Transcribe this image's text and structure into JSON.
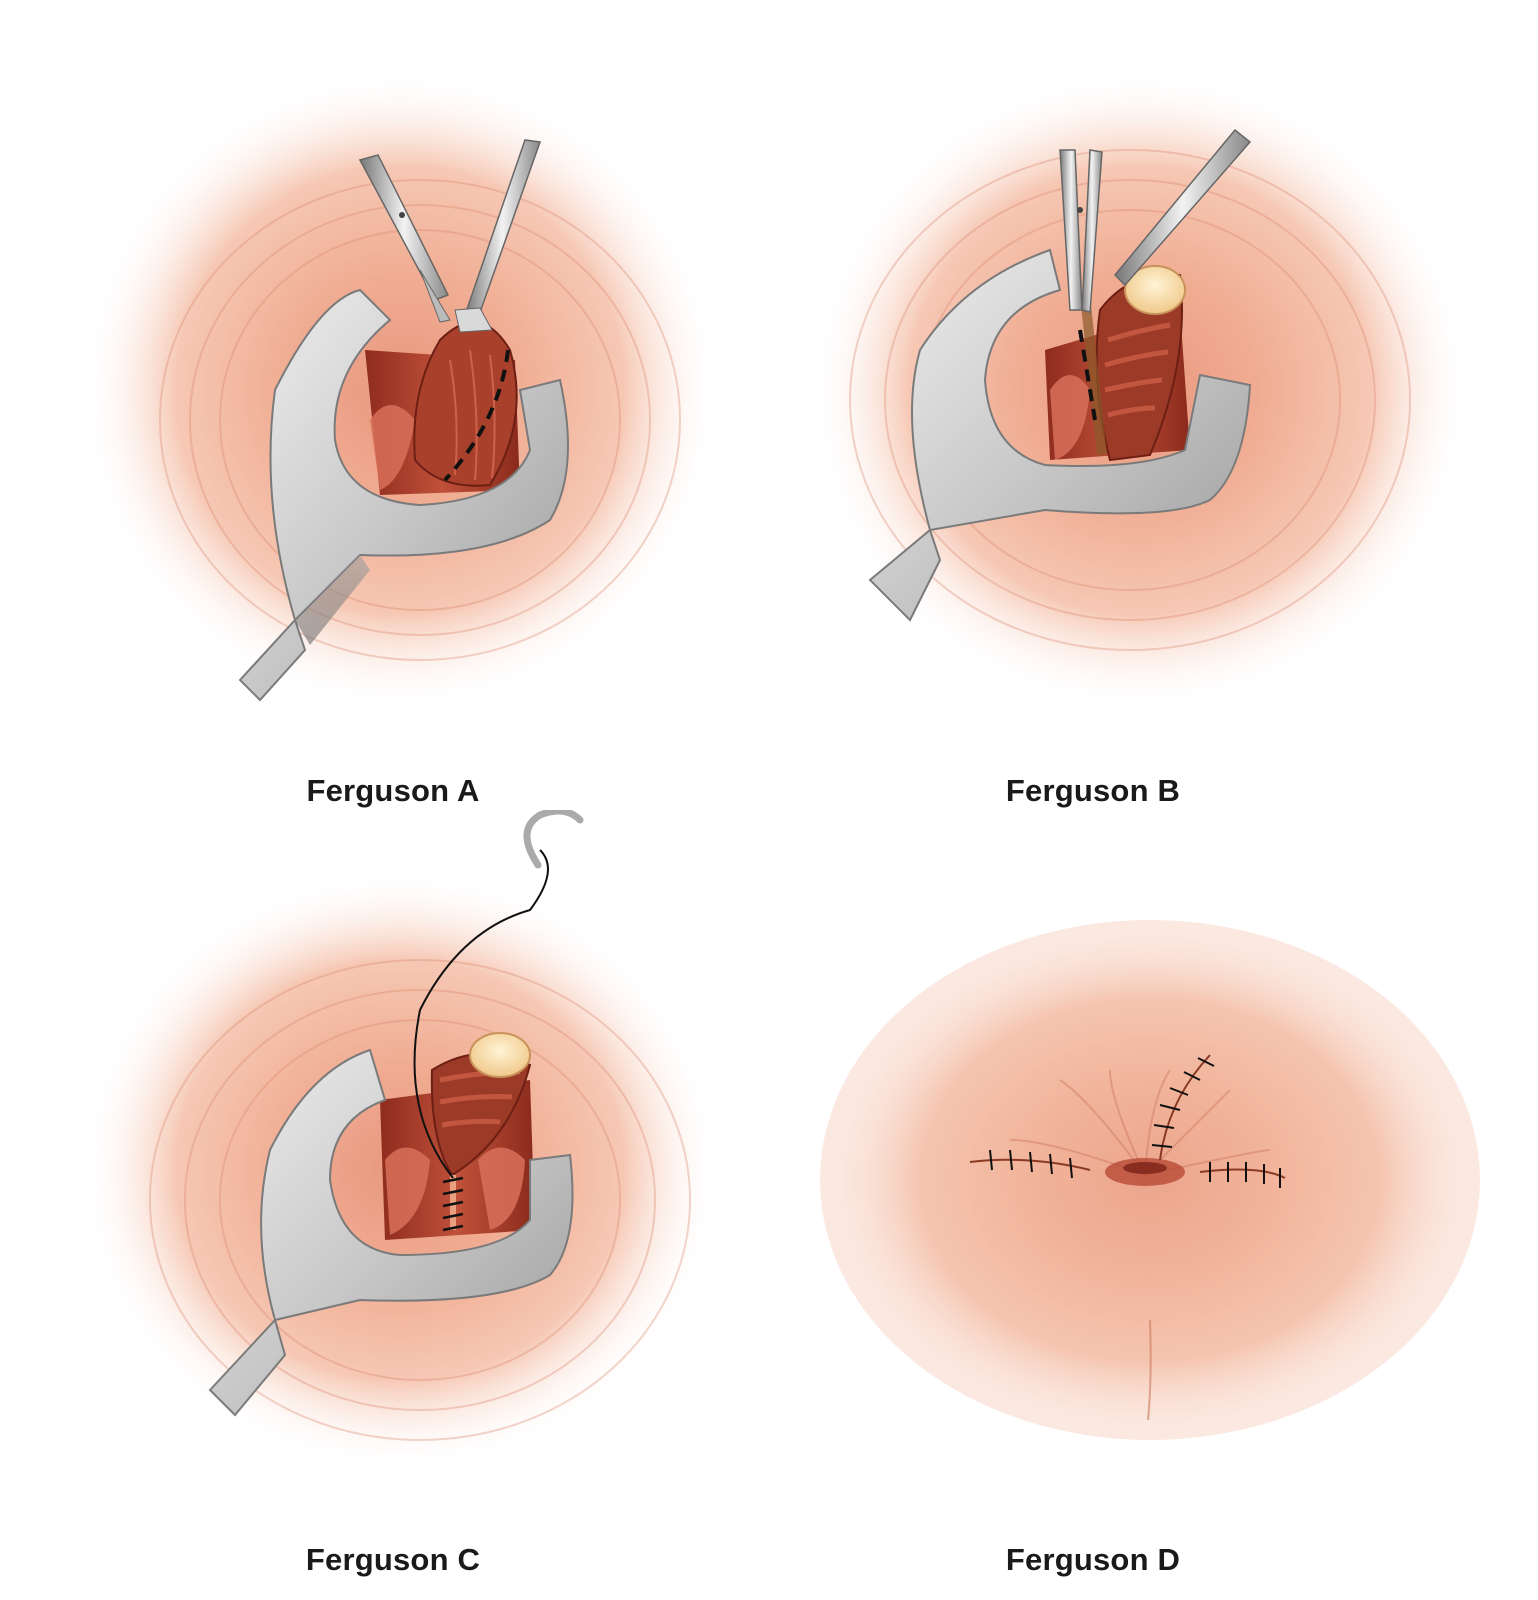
{
  "figure": {
    "captions": {
      "a": "Ferguson A",
      "b": "Ferguson B",
      "c": "Ferguson C",
      "d": "Ferguson D"
    }
  },
  "colors": {
    "skin_center": "#f2b8a0",
    "skin_edge": "#ffffff",
    "metal_light": "#d9d9d9",
    "metal_dark": "#8c8c8c",
    "mucosa": "#a63a2a",
    "mucosa_light": "#d8705a",
    "fat": "#f5dca0",
    "suture": "#222222"
  }
}
